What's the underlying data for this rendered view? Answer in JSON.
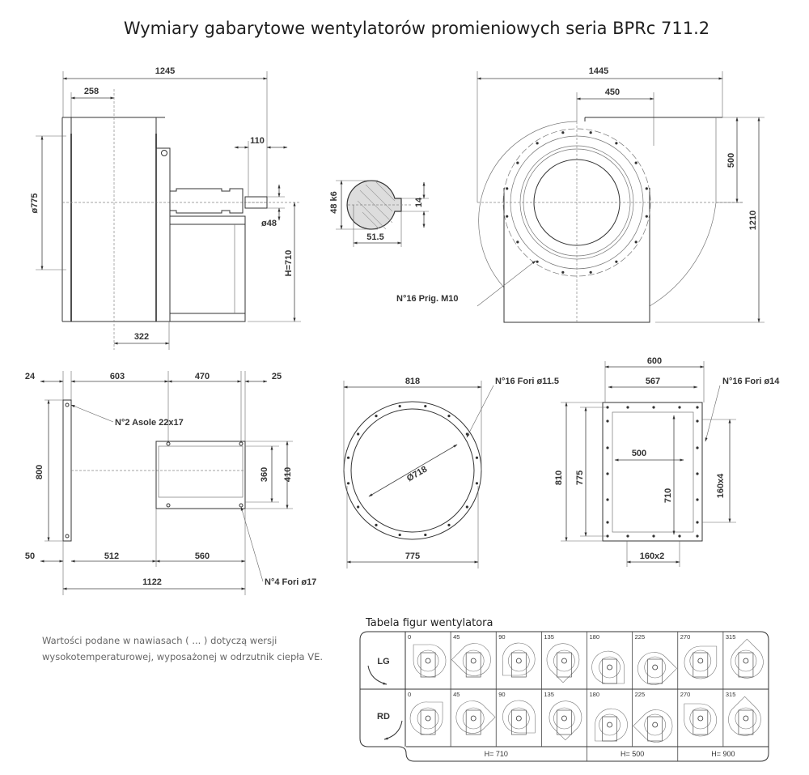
{
  "title": "Wymiary gabarytowe wentylatorów promieniowych seria BPRc 711.2",
  "side_view": {
    "d1245": "1245",
    "d258": "258",
    "d775": "ø775",
    "d110": "110",
    "d48": "ø48",
    "h710": "H=710",
    "d322": "322"
  },
  "shaft_section": {
    "k6": "48 k6",
    "d14": "14",
    "d515": "51.5"
  },
  "front_view": {
    "d1445": "1445",
    "d450": "450",
    "d500": "500",
    "d1210": "1210",
    "holes": "N°16 Prig. M10"
  },
  "outlet_side": {
    "d24": "24",
    "d603": "603",
    "d470": "470",
    "d25": "25",
    "d800": "800",
    "d360": "360",
    "d410": "410",
    "slots": "N°2 Asole 22x17",
    "d50": "50",
    "d512": "512",
    "d560": "560",
    "d1122": "1122",
    "holes": "N°4 Fori ø17"
  },
  "inlet_flange": {
    "d818": "818",
    "d718": "Ø718",
    "d775": "775",
    "holes": "N°16 Fori ø11.5"
  },
  "outlet_flange": {
    "d600": "600",
    "d567": "567",
    "holes": "N°16 Fori ø14",
    "d500": "500",
    "d810": "810",
    "d775": "775",
    "d710": "710",
    "d160x4": "160x4",
    "d160x2": "160x2"
  },
  "note": {
    "line1": "Wartości podane w nawiasach ( ... ) dotyczą wersji",
    "line2": "wysokotemperaturowej, wyposażonej w odrzutnik ciepła VE."
  },
  "figure_table": {
    "title": "Tabela figur wentylatora",
    "rows": [
      {
        "label": "LG",
        "rotation": "counterclockwise"
      },
      {
        "label": "RD",
        "rotation": "clockwise"
      }
    ],
    "angles": [
      "0",
      "45",
      "90",
      "135",
      "180",
      "225",
      "270",
      "315"
    ],
    "height_groups": [
      {
        "label": "H= 710",
        "span": 4
      },
      {
        "label": "H= 500",
        "span": 2
      },
      {
        "label": "H= 900",
        "span": 2
      }
    ]
  }
}
